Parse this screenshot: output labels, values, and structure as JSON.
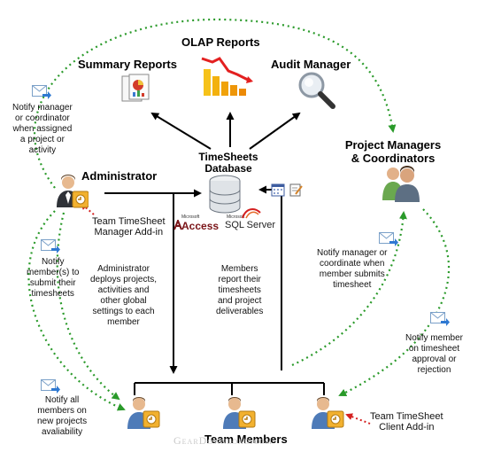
{
  "nodes": {
    "olap": "OLAP Reports",
    "summary": "Summary Reports",
    "audit": "Audit Manager",
    "database_line1": "TimeSheets",
    "database_line2": "Database",
    "administrator": "Administrator",
    "project_managers_line1": "Project Managers",
    "project_managers_line2": "& Coordinators",
    "team_members": "Team Members"
  },
  "addins": {
    "manager_line1": "Team TimeSheet",
    "manager_line2": "Manager Add-in",
    "client_line1": "Team TimeSheet",
    "client_line2": "Client Add-in"
  },
  "logos": {
    "access_small": "Microsoft",
    "access": "Access",
    "sql_small": "Microsoft",
    "sql": "SQL Server"
  },
  "notes": {
    "notify_assigned": [
      "Notify manager",
      "or coordinator",
      "when assigned",
      "a project or",
      "activity"
    ],
    "notify_submit_members": [
      "Notify",
      "member(s) to",
      "submit their",
      "timesheets"
    ],
    "admin_deploys": [
      "Administrator",
      "deploys projects,",
      "activities and",
      "other global",
      "settings to each",
      "member"
    ],
    "members_report": [
      "Members",
      "report their",
      "timesheets",
      "and project",
      "deliverables"
    ],
    "notify_manager_submits": [
      "Notify manager or",
      "coordinate when",
      "member submits",
      "timesheet"
    ],
    "notify_member_approval": [
      "Notify member",
      "on timesheet",
      "approval or",
      "rejection"
    ],
    "notify_all_members": [
      "Notify all",
      "members on",
      "new projects",
      "avaliability"
    ]
  },
  "watermark": "GearDownload.com",
  "colors": {
    "arrow": "#000000",
    "dotted": "#2a9a2a",
    "red_dotted": "#d42020"
  }
}
